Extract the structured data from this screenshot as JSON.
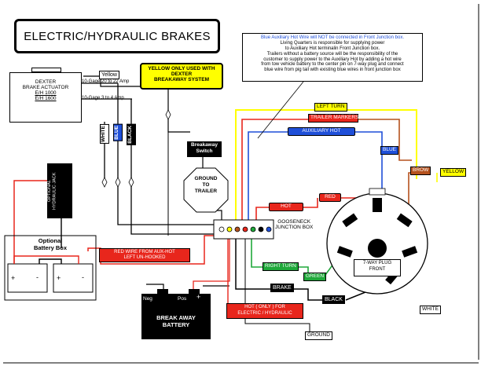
{
  "title": "ELECTRIC/HYDRAULIC BRAKES",
  "actuator": {
    "name_line1": "DEXTER",
    "name_line2": "BRAKE ACTUATOR",
    "model1": "E/H 1000",
    "model2": "E/H 1600",
    "gauge1": "10-Gage 20 to 22 Amp",
    "gauge2": "10-Gage 3 to 4 Amp"
  },
  "yellow_tag": "Yellow",
  "breakaway_note": {
    "line1": "YELLOW ONLY USED WITH",
    "line2": "DEXTER",
    "line3": "BREAKAWAY SYSTEM"
  },
  "notice": {
    "line1": "Blue Auxiliary Hot Wire will NOT be connected in Front Junction box.",
    "line2": "Living Quarters is responsible for supplying power",
    "line3": "to Auxiliary Hot terminalin Front Junction box.",
    "line4": "Trailers without a battery source will be the responsibility of the",
    "line5": "customer to supply power to the Auxiliary Hot by adding a hot wire",
    "line6": "from tow vehicle battery  to the center pin on  7-way plug and connect",
    "line7": "blue wire from pig tail with existing blue wires in front junction box"
  },
  "wire_labels": {
    "white": "WHITE",
    "blue": "BLUE",
    "black": "BLACK",
    "left_turn": "LEFT TURN",
    "trailer_markers": "TRAILER MARKERS",
    "aux_hot": "AUXILIARY HOT",
    "blue_right": "BLUE",
    "brow": "BROW",
    "yellow_right": "YELLOW",
    "red": "RED",
    "hot": "HOT",
    "right_turn": "RIGHT TURN",
    "green": "GREEN",
    "brake": "BRAKE",
    "black_bottom": "BLACK",
    "white_bottom": "WHITE",
    "ground_bottom": "GROUND"
  },
  "breakaway_switch": {
    "line1": "Breakaway",
    "line2": "Switch"
  },
  "ground_to_trailer": {
    "line1": "GROUND",
    "line2": "TO",
    "line3": "TRAILER"
  },
  "hydraulic_jack": {
    "line1": "OPTIONAL",
    "line2": "HYDRAULIC",
    "line3": "JACK"
  },
  "battery_box": {
    "title_line1": "Optional",
    "title_line2": "Battery Box",
    "plus": "+",
    "minus": "-"
  },
  "red_wire_note": {
    "line1": "RED WIRE FROM AUX-HOT",
    "line2": "LEFT UN-HOOKED"
  },
  "gooseneck": {
    "line1": "GOOSENECK",
    "line2": "JUNCTION BOX"
  },
  "plug": {
    "line1": "7-WAY PLUG",
    "line2": "FRONT"
  },
  "break_away_battery": {
    "neg": "Neg",
    "pos": "Pos",
    "plus": "+",
    "line1": "BREAK AWAY",
    "line2": "BATTERY"
  },
  "hot_note": {
    "line1": "HOT ( ONLY ) FOR",
    "line2": "ELECTRIC / HYDRAULIC"
  },
  "colors": {
    "red": "#e8261c",
    "yellow": "#ffff00",
    "blue": "#1f4fd8",
    "green": "#1fa83a",
    "brown": "#b5521e",
    "black": "#000000"
  }
}
